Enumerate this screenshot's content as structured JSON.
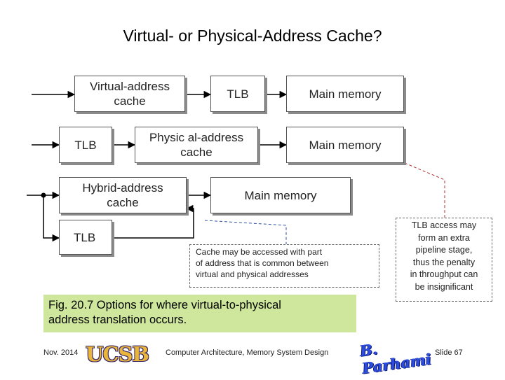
{
  "title": "Virtual- or Physical-Address Cache?",
  "row1": {
    "virtual_cache": "Virtual-address\ncache",
    "tlb": "TLB",
    "main_memory": "Main memory"
  },
  "row2": {
    "tlb": "TLB",
    "physical_cache": "Physic al-address\ncache",
    "main_memory": "Main memory"
  },
  "row3": {
    "hybrid_cache": "Hybrid-address\ncache",
    "main_memory": "Main memory",
    "tlb": "TLB"
  },
  "callout_cache": "Cache may be accessed with part\nof address that is common between\nvirtual and physical addresses",
  "callout_tlb": "TLB access may\nform an extra\npipeline stage,\nthus the penalty\nin throughput can\nbe insignificant",
  "figure_caption": "Fig. 20.7    Options for where virtual-to-physical\naddress translation occurs.",
  "footer": {
    "date": "Nov. 2014",
    "logo": "UCSB",
    "course": "Computer Architecture, Memory System Design",
    "signature": "B. Parhami",
    "slide": "Slide 67"
  },
  "colors": {
    "caption_bg": "#cfe79c",
    "callout_line_red": "#b03030",
    "callout_line_blue": "#3050a0"
  }
}
